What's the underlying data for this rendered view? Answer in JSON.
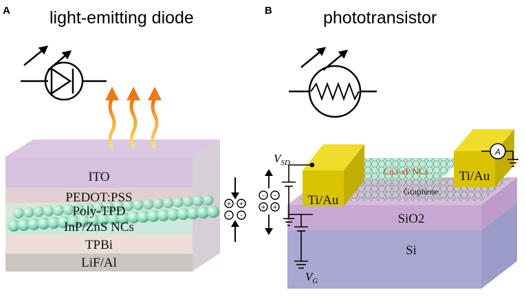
{
  "panel_a": {
    "letter": "A",
    "title": "light-emitting diode",
    "layers": [
      "ITO",
      "PEDOT:PSS",
      "Poly-TPD",
      "InP/ZnS NCs",
      "TPBi",
      "LiF/Al"
    ],
    "charges_pos": "+ +",
    "charges_neg": "– –"
  },
  "panel_b": {
    "letter": "B",
    "title": "phototransistor",
    "electrode_left": "Ti/Au",
    "electrode_right": "Ti/Au",
    "nc_label": "Cu3-xP NCs",
    "graphene": "Graphene",
    "sio2": "SiO2",
    "si": "Si",
    "vsd": "V",
    "vsd_sub": "SD",
    "vg": "V",
    "vg_sub": "G",
    "ammeter": "A",
    "charges_neg": "– –",
    "charges_pos": "+ +"
  },
  "colors": {
    "ito": "#d6c2de",
    "pedot": "#e3cfd3",
    "nc_green": "#9fe6c8",
    "tpbi": "#eddfd8",
    "lif": "#c9c6c0",
    "gold": "#e8d200",
    "sio2": "#c7a8d4",
    "si": "#a8a8d2",
    "arrow_orange": "#f28a1e"
  }
}
